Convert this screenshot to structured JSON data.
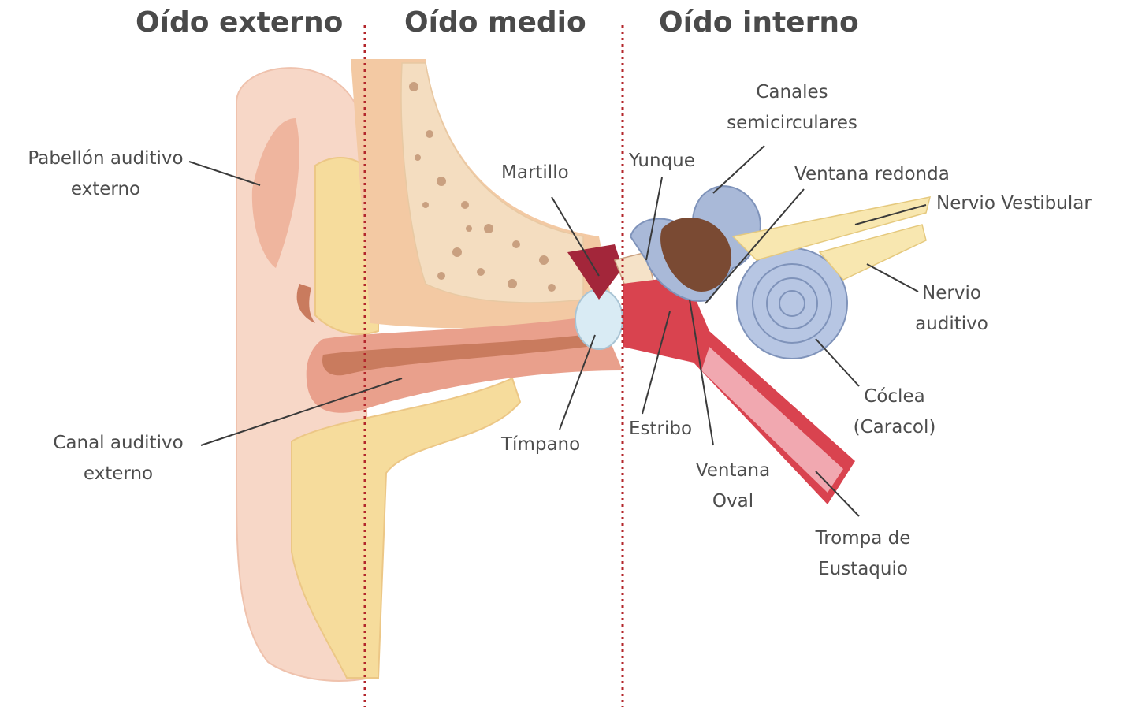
{
  "headers": {
    "outer": "Oído externo",
    "middle": "Oído medio",
    "inner": "Oído interno"
  },
  "labels": {
    "pabellon": [
      "Pabellón auditivo",
      "externo"
    ],
    "canal": [
      "Canal auditivo",
      "externo"
    ],
    "martillo": "Martillo",
    "timpano": "Tímpano",
    "yunque": "Yunque",
    "estribo": "Estribo",
    "ventana_oval": [
      "Ventana",
      "Oval"
    ],
    "canales": [
      "Canales",
      "semicirculares"
    ],
    "ventana_redonda": "Ventana redonda",
    "nervio_vestibular": "Nervio Vestibular",
    "nervio_auditivo": [
      "Nervio",
      "auditivo"
    ],
    "coclea": [
      "Cóclea",
      "(Caracol)"
    ],
    "trompa": [
      "Trompa de",
      "Eustaquio"
    ]
  },
  "colors": {
    "divider": "#b3262b",
    "skin": "#f7d7c7",
    "cartilage": "#f6dc9c",
    "bone": "#f3c9a3",
    "canal": "#e9a08c",
    "inner_ear": "#a9b9d8",
    "nerve": "#f8e7b0",
    "tube": "#d9434f"
  }
}
